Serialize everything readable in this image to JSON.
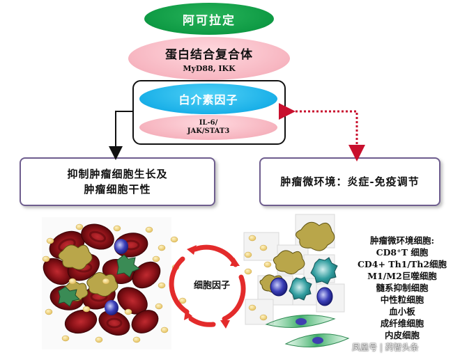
{
  "top": {
    "drug": "阿可拉定",
    "complex_title": "蛋白结合复合体",
    "complex_sub": "MyD88, IKK"
  },
  "cytokine": {
    "title": "白介素因子",
    "pathway_line1": "IL-6/",
    "pathway_line2": "JAK/STAT3"
  },
  "effects": {
    "left_line1": "抑制肿瘤细胞生长及",
    "left_line2": "肿瘤细胞干性",
    "right": "肿瘤微环境：炎症-免疫调节"
  },
  "cycle_label": "细胞因子",
  "tme_cells": [
    "肿瘤微环境细胞:",
    "CD8⁺T 细胞",
    "CD4+ Th1/Th2细胞",
    "M1/M2巨噬细胞",
    "髓系抑制细胞",
    "中性粒细胞",
    "血小板",
    "成纤维细胞",
    "内皮细胞"
  ],
  "watermark": "凤凰号 | 药智头条",
  "colors": {
    "drug_green": "#0e9a44",
    "complex_pink": "#f7b6c1",
    "cytokine_blue": "#1ab0e8",
    "arrow_red": "#e32b2b",
    "dotted_red": "#c8102e",
    "box_border": "#6e5d8e",
    "rbc_red": "#8b1218",
    "granule_yellow": "#f3dc8e"
  },
  "icons": [
    "tumor-mass-illustration",
    "immune-cell-illustrations",
    "red-cycle-arrows"
  ]
}
